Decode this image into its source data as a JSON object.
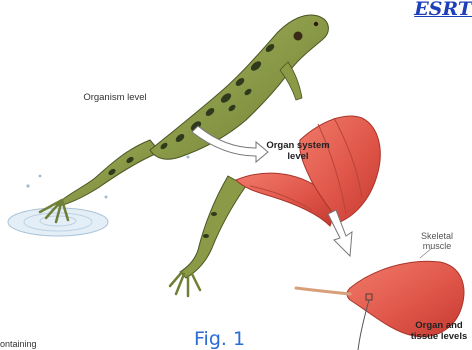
{
  "corner_link": "ESRT",
  "labels": {
    "organism": "Organism level",
    "organ_system": "Organ system level",
    "skeletal_muscle": "Skeletal muscle",
    "organ_tissue": "Organ and tissue levels"
  },
  "figure_caption": "Fig. 1",
  "cutoff_text": "ontaining",
  "colors": {
    "frog_skin": "#8a9a46",
    "frog_spots": "#2f3a1c",
    "muscle": "#e0574a",
    "arrow": "#ffffff",
    "caption": "#2a6bd6",
    "link": "#1d3fb8"
  }
}
